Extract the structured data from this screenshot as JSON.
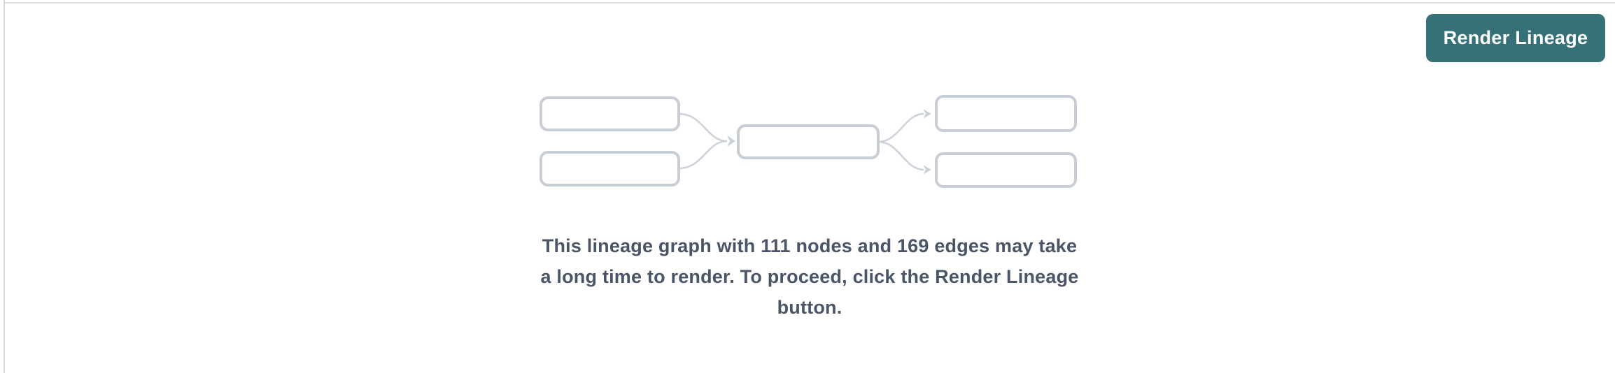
{
  "panel": {
    "background_color": "#ffffff",
    "divider_color": "#d8d9dd",
    "top_border_color": "#dedfe2"
  },
  "toolbar": {
    "render_button_label": "Render Lineage",
    "render_button_color": "#367178",
    "render_button_text_color": "#ffffff"
  },
  "illustration": {
    "description": "lineage graph placeholder with 5 node boxes and 4 curved arrow edges",
    "stroke_color": "#c8cdd6",
    "edge_color": "#cdd2da",
    "node_box_count": 5,
    "edge_count": 4
  },
  "message": {
    "line1": "This lineage graph with 111 nodes and 169 edges may take",
    "line2": "a long time to render. To proceed, click the Render Lineage",
    "line3": "button.",
    "full_text": "This lineage graph with 111 nodes and 169 edges may take a long time to render. To proceed, click the Render Lineage button.",
    "node_count": "111",
    "edge_count": "169",
    "text_color": "#4a5568"
  }
}
